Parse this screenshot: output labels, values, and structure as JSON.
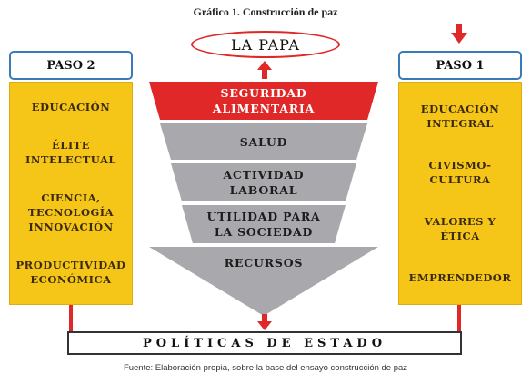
{
  "title": "Gráfico 1. Construcción de paz",
  "top_node": "LA PAPA",
  "left_column": {
    "header": "PASO 2",
    "items": [
      "EDUCACIÓN",
      "ÉLITE INTELECTUAL",
      "CIENCIA, TECNOLOGÍA INNOVACIÓN",
      "PRODUCTIVIDAD ECONÓMICA"
    ]
  },
  "right_column": {
    "header": "PASO 1",
    "items": [
      "EDUCACIÓN INTEGRAL",
      "CIVISMO-CULTURA",
      "VALORES Y ÉTICA",
      "EMPRENDEDOR"
    ]
  },
  "funnel": {
    "levels": [
      "SEGURIDAD ALIMENTARIA",
      "SALUD",
      "ACTIVIDAD LABORAL",
      "UTILIDAD PARA LA SOCIEDAD",
      "RECURSOS"
    ]
  },
  "base": "POLÍTICAS DE ESTADO",
  "source": "Fuente: Elaboración propia, sobre la base del ensayo construcción de paz",
  "colors": {
    "red": "#e02828",
    "gray": "#a9a9ad",
    "yellow": "#f5c518",
    "blue": "#3a7ab8"
  }
}
